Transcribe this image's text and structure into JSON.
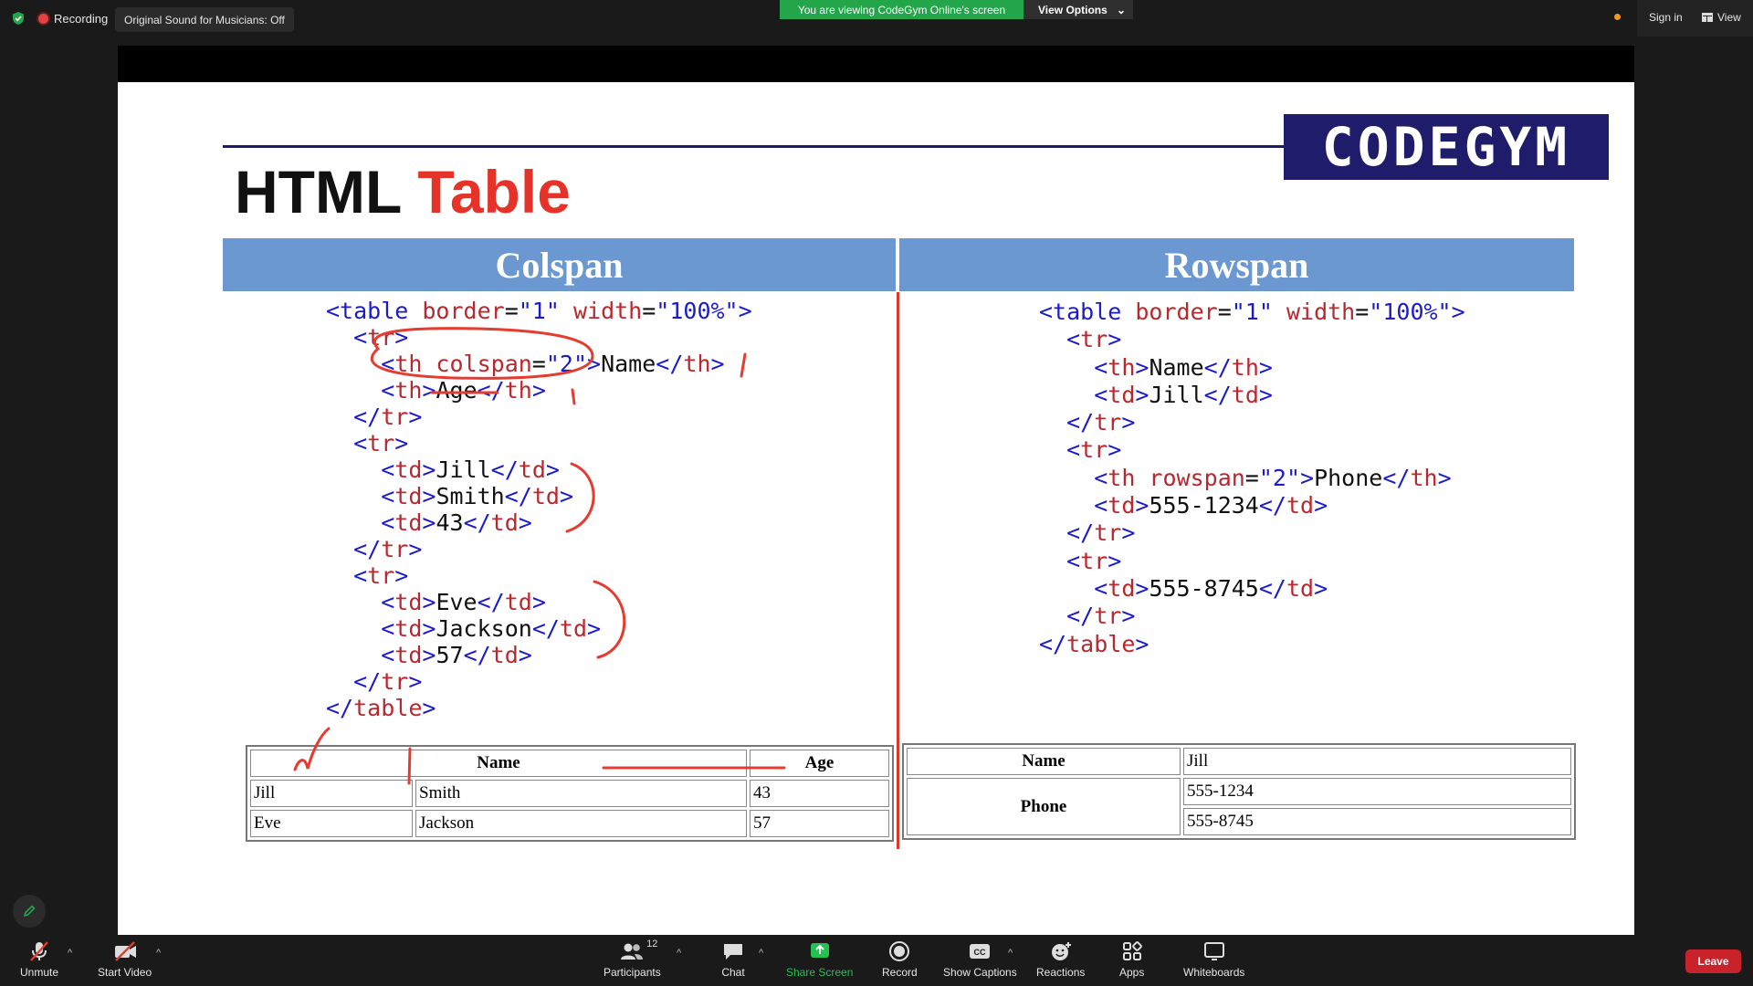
{
  "topbar": {
    "recording_label": "Recording",
    "sound_label": "Original Sound for Musicians: Off",
    "viewing_label": "You are viewing CodeGym Online's screen",
    "view_options_label": "View Options",
    "sign_in_label": "Sign in",
    "view_label": "View"
  },
  "slide": {
    "logo_text": "CODEGYM",
    "title_black": "HTML ",
    "title_red": "Table",
    "col_left_header": "Colspan",
    "col_right_header": "Rowspan",
    "colspan_table": {
      "headers": [
        "Name",
        "Age"
      ],
      "rows": [
        [
          "Jill",
          "Smith",
          "43"
        ],
        [
          "Eve",
          "Jackson",
          "57"
        ]
      ]
    },
    "rowspan_table": {
      "name_header": "Name",
      "name_value": "Jill",
      "phone_header": "Phone",
      "phones": [
        "555-1234",
        "555-8745"
      ]
    }
  },
  "toolbar": {
    "unmute": "Unmute",
    "start_video": "Start Video",
    "participants": "Participants",
    "participants_count": "12",
    "chat": "Chat",
    "share_screen": "Share Screen",
    "record": "Record",
    "show_captions": "Show Captions",
    "reactions": "Reactions",
    "apps": "Apps",
    "whiteboards": "Whiteboards",
    "leave": "Leave"
  },
  "colors": {
    "accent_green": "#23a54a",
    "slide_header_blue": "#6b98d0",
    "title_red": "#e5332a",
    "logo_navy": "#1f1c6c",
    "leave_red": "#c8232b"
  }
}
